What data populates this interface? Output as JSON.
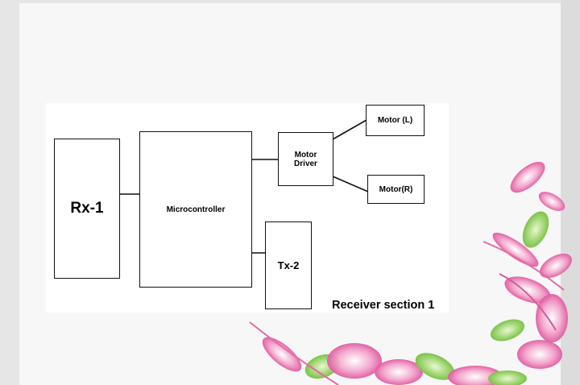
{
  "diagram": {
    "blocks": {
      "rx1": "Rx-1",
      "microcontroller": "Microcontroller",
      "motor_driver_line1": "Motor",
      "motor_driver_line2": "Driver",
      "motor_left": "Motor (L)",
      "motor_right": "Motor(R)",
      "tx2": "Tx-2"
    },
    "caption": "Receiver section 1"
  },
  "colors": {
    "slide_bg": "#f7f7f7",
    "frame": "#e6e6e6",
    "line": "#111111",
    "flower_pink": "#e86aa8",
    "leaf_green": "#8fcf5a"
  }
}
